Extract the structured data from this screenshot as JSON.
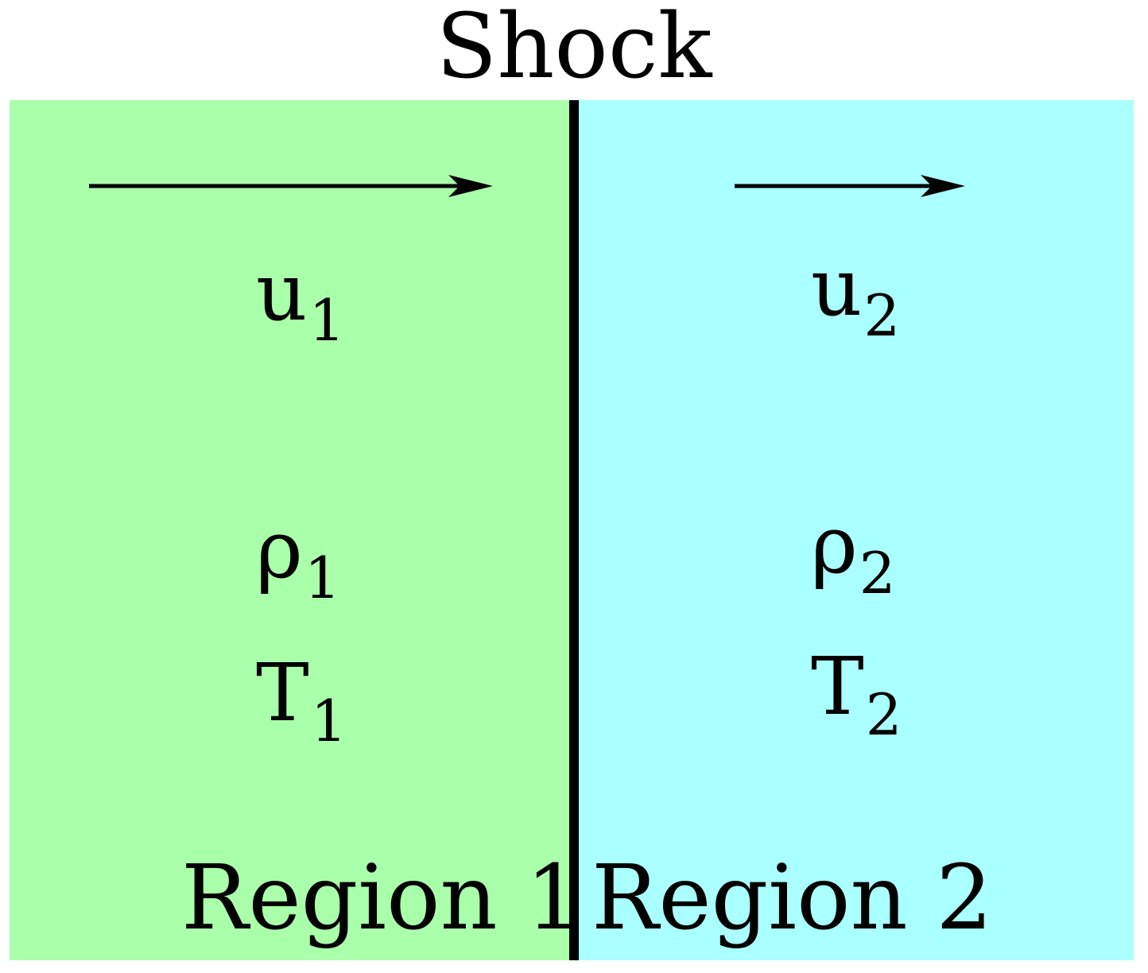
{
  "title": "Shock",
  "colors": {
    "region1_fill": "#aaffaa",
    "region2_fill": "#aaffff",
    "shock_line": "#000000"
  },
  "region1": {
    "label": "Region 1",
    "velocity": {
      "symbol": "u",
      "sub": "1"
    },
    "density": {
      "symbol": "ρ",
      "sub": "1"
    },
    "temperature": {
      "symbol": "T",
      "sub": "1"
    }
  },
  "region2": {
    "label": "Region 2",
    "velocity": {
      "symbol": "u",
      "sub": "2"
    },
    "density": {
      "symbol": "ρ",
      "sub": "2"
    },
    "temperature": {
      "symbol": "T",
      "sub": "2"
    }
  },
  "icons": {
    "region1_arrow": "arrow-right-icon",
    "region2_arrow": "arrow-right-icon"
  }
}
